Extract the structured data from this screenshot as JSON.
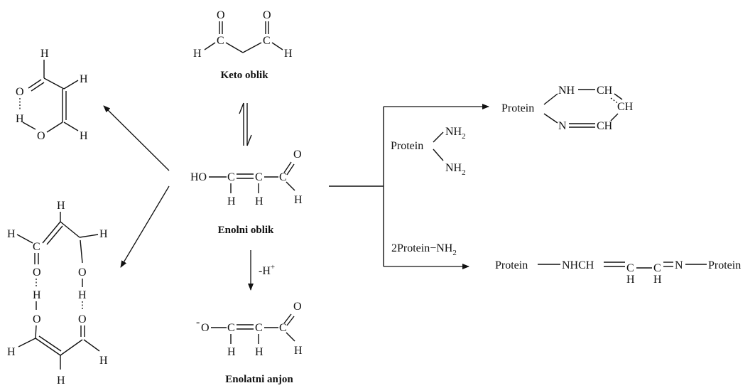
{
  "labels": {
    "keto": "Keto oblik",
    "enol": "Enolni oblik",
    "enolate": "Enolatni anjon"
  },
  "reagents": {
    "deprotonation": "-H",
    "deprotonation_sup": "+",
    "diamine_protein": "Protein",
    "diamine_group": "NH",
    "diamine_sub": "2",
    "two_protein": "2Protein",
    "two_protein_dash": "−",
    "two_protein_group": "NH",
    "two_protein_sub": "2"
  },
  "products": {
    "ring": {
      "protein": "Protein",
      "nh": "NH",
      "ch": "CH",
      "n": "N"
    },
    "chain": {
      "protein_left": "Protein",
      "nhch": "NHCH",
      "c": "C",
      "h": "H",
      "n": "N",
      "protein_right": "Protein"
    }
  },
  "atoms": {
    "O": "O",
    "C": "C",
    "H": "H",
    "HO": "HO",
    "neg": "-"
  }
}
